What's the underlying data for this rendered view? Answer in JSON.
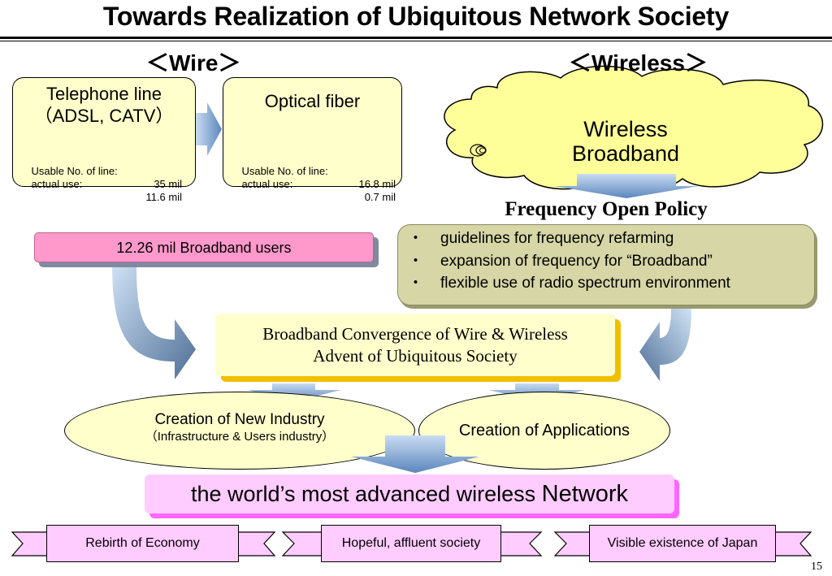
{
  "title": "Towards Realization of Ubiquitous Network Society",
  "wire_heading": "＜Wire＞",
  "wireless_heading": "＜Wireless＞",
  "telephone_box": {
    "line1": "Telephone line",
    "line2": "（ADSL, CATV）",
    "stat1_label": "Usable No. of line:",
    "stat1_value": "35 mil",
    "stat2_label": "actual use:",
    "stat2_value": "11.6 mil"
  },
  "optical_box": {
    "line1": "Optical fiber",
    "stat1_label": "Usable No. of line:",
    "stat1_value": "16.8 mil",
    "stat2_label": "actual use:",
    "stat2_value": "0.7 mil"
  },
  "wireless_cloud": {
    "line1": "Wireless",
    "line2": "Broadband"
  },
  "frequency_policy": {
    "heading": "Frequency Open Policy",
    "bullet": "・",
    "items": [
      "guidelines for frequency refarming",
      "expansion of frequency for “Broadband”",
      "flexible use of radio spectrum environment"
    ]
  },
  "broadband_users": "12.26 mil Broadband users",
  "convergence": {
    "line1": "Broadband Convergence of Wire & Wireless",
    "line2": "Advent of Ubiquitous Society"
  },
  "new_industry": {
    "line1": "Creation of New Industry",
    "line2": "（Infrastructure & Users industry）"
  },
  "applications": "Creation of Applications",
  "world_network": {
    "part1": "the world’s most advanced wireless ",
    "part2": "Network"
  },
  "outcomes": [
    "Rebirth of Economy",
    "Hopeful, affluent society",
    "Visible existence of Japan"
  ],
  "page_number": "15",
  "colors": {
    "box_fill": "#ffffcc",
    "pink_bar": "#ff99cc",
    "policy_fill": "#d6d6a6",
    "world_fill": "#ffccff",
    "arrow_blue": "#6b95c8"
  }
}
